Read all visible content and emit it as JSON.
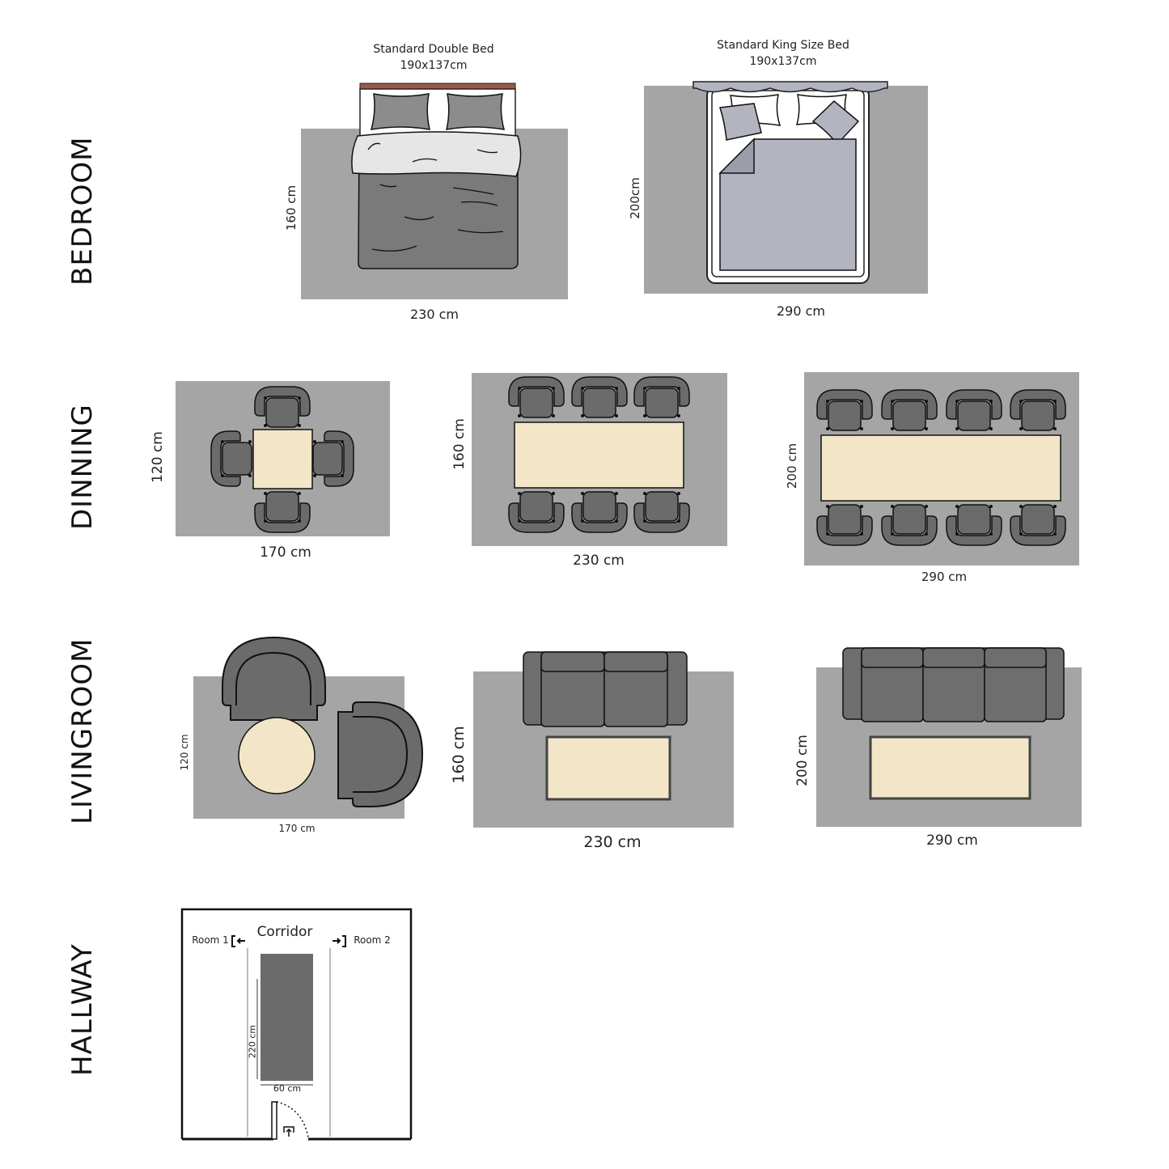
{
  "sections": {
    "bedroom": "BEDROOM",
    "dinning": "DINNING",
    "livingroom": "LIVINGROOM",
    "hallway": "HALLWAY"
  },
  "bedroom": {
    "double_bed": {
      "title": "Standard Double Bed",
      "size": "190x137cm",
      "rug_width": "230 cm",
      "rug_height": "160 cm"
    },
    "king_bed": {
      "title": "Standard King Size Bed",
      "size": "190x137cm",
      "rug_width": "290 cm",
      "rug_height": "200cm"
    }
  },
  "dinning": {
    "small": {
      "width": "170 cm",
      "height": "120 cm"
    },
    "medium": {
      "width": "230 cm",
      "height": "160 cm"
    },
    "large": {
      "width": "290 cm",
      "height": "200 cm"
    }
  },
  "livingroom": {
    "small": {
      "width": "170 cm",
      "height": "120 cm"
    },
    "medium": {
      "width": "230 cm",
      "height": "160 cm"
    },
    "large": {
      "width": "290 cm",
      "height": "200 cm"
    }
  },
  "hallway": {
    "title": "Corridor",
    "room1": "Room 1",
    "room2": "Room 2",
    "rug_length": "220 cm",
    "rug_width": "60 cm"
  },
  "colors": {
    "rug": "#a5a5a5",
    "chair": "#6b6b6b",
    "table": "#f3e6c8",
    "sofa": "#6e6e6e",
    "king_sheet": "#b2b5c0",
    "headboard": "#9a5a45"
  }
}
